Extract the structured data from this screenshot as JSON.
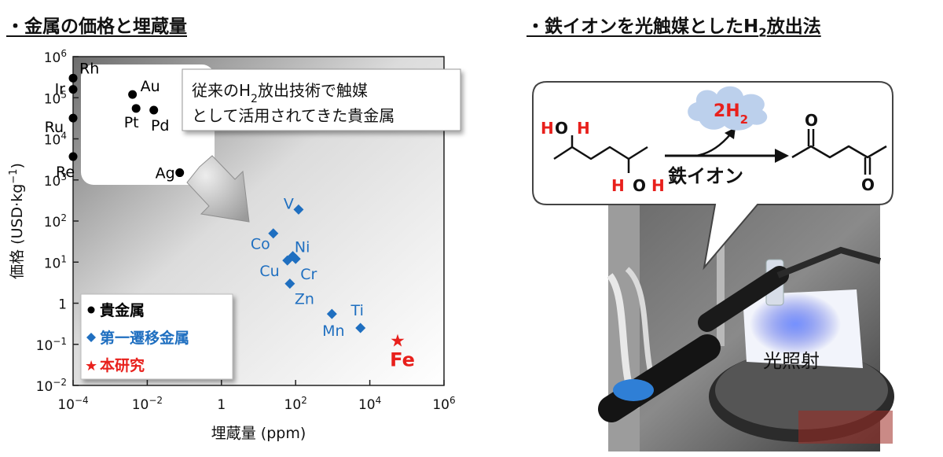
{
  "left_heading": "・金属の価格と埋蔵量",
  "right_heading": {
    "prefix": "・鉄イオンを光触媒としたH",
    "sub": "2",
    "suffix": "放出法"
  },
  "chart_data": {
    "type": "scatter",
    "xlabel": "埋蔵量 (ppm)",
    "ylabel": {
      "prefix": "価格 (USD·kg",
      "sup": "−1",
      "suffix": ")"
    },
    "xscale": "log",
    "yscale": "log",
    "xlim": [
      0.0001,
      1000000
    ],
    "ylim": [
      0.01,
      1000000
    ],
    "x_ticks": [
      {
        "v": 0.0001,
        "base": "10",
        "exp": "−4"
      },
      {
        "v": 0.01,
        "base": "10",
        "exp": "−2"
      },
      {
        "v": 1,
        "base": "1",
        "exp": ""
      },
      {
        "v": 100,
        "base": "10",
        "exp": "2"
      },
      {
        "v": 10000,
        "base": "10",
        "exp": "4"
      },
      {
        "v": 1000000,
        "base": "10",
        "exp": "6"
      }
    ],
    "y_ticks": [
      {
        "v": 1000000,
        "base": "10",
        "exp": "6"
      },
      {
        "v": 100000,
        "base": "10",
        "exp": "5"
      },
      {
        "v": 10000,
        "base": "10",
        "exp": "4"
      },
      {
        "v": 1000,
        "base": "10",
        "exp": "3"
      },
      {
        "v": 100,
        "base": "10",
        "exp": "2"
      },
      {
        "v": 10,
        "base": "10",
        "exp": "1"
      },
      {
        "v": 1,
        "base": "1",
        "exp": ""
      },
      {
        "v": 0.1,
        "base": "10",
        "exp": "−1"
      },
      {
        "v": 0.01,
        "base": "10",
        "exp": "−2"
      }
    ],
    "series": [
      {
        "name": "貴金属",
        "marker": "circle",
        "color": "#000000",
        "points": [
          {
            "label": "Rh",
            "x": 0.0001,
            "y": 300000
          },
          {
            "label": "Ir",
            "x": 0.0001,
            "y": 160000
          },
          {
            "label": "Au",
            "x": 0.004,
            "y": 120000
          },
          {
            "label": "Pt",
            "x": 0.005,
            "y": 55000
          },
          {
            "label": "Pd",
            "x": 0.015,
            "y": 50000
          },
          {
            "label": "Ru",
            "x": 0.0001,
            "y": 32000
          },
          {
            "label": "Re",
            "x": 0.0001,
            "y": 3700
          },
          {
            "label": "Ag",
            "x": 0.075,
            "y": 1500
          }
        ]
      },
      {
        "name": "第一遷移金属",
        "marker": "diamond",
        "color": "#1f6fc0",
        "points": [
          {
            "label": "V",
            "x": 120,
            "y": 190
          },
          {
            "label": "Co",
            "x": 25,
            "y": 50
          },
          {
            "label": "Ni",
            "x": 84,
            "y": 14
          },
          {
            "label": "Cu",
            "x": 60,
            "y": 11
          },
          {
            "label": "Cr",
            "x": 100,
            "y": 12
          },
          {
            "label": "Zn",
            "x": 70,
            "y": 3
          },
          {
            "label": "Mn",
            "x": 950,
            "y": 0.55
          },
          {
            "label": "Ti",
            "x": 5600,
            "y": 0.25
          }
        ]
      },
      {
        "name": "本研究",
        "marker": "star",
        "color": "#e8201c",
        "points": [
          {
            "label": "Fe",
            "x": 56300,
            "y": 0.12
          }
        ]
      }
    ],
    "callout": {
      "line1_prefix": "従来のH",
      "line1_sub": "2",
      "line1_suffix": "放出技術で触媒",
      "line2": "として活用されてきた貴金属"
    },
    "legend_position": "bottom-left"
  },
  "reaction": {
    "reactant_labels": [
      "H",
      "O",
      "H",
      "H",
      "O",
      "H"
    ],
    "product_label": {
      "base": "2H",
      "sub": "2"
    },
    "reagent_label": "鉄イオン",
    "carbonyl_labels": [
      "O",
      "O"
    ]
  },
  "photo_label": "光照射",
  "colors": {
    "red": "#e8201c",
    "blue": "#1f6fc0",
    "cloud": "#bcd0ec"
  }
}
